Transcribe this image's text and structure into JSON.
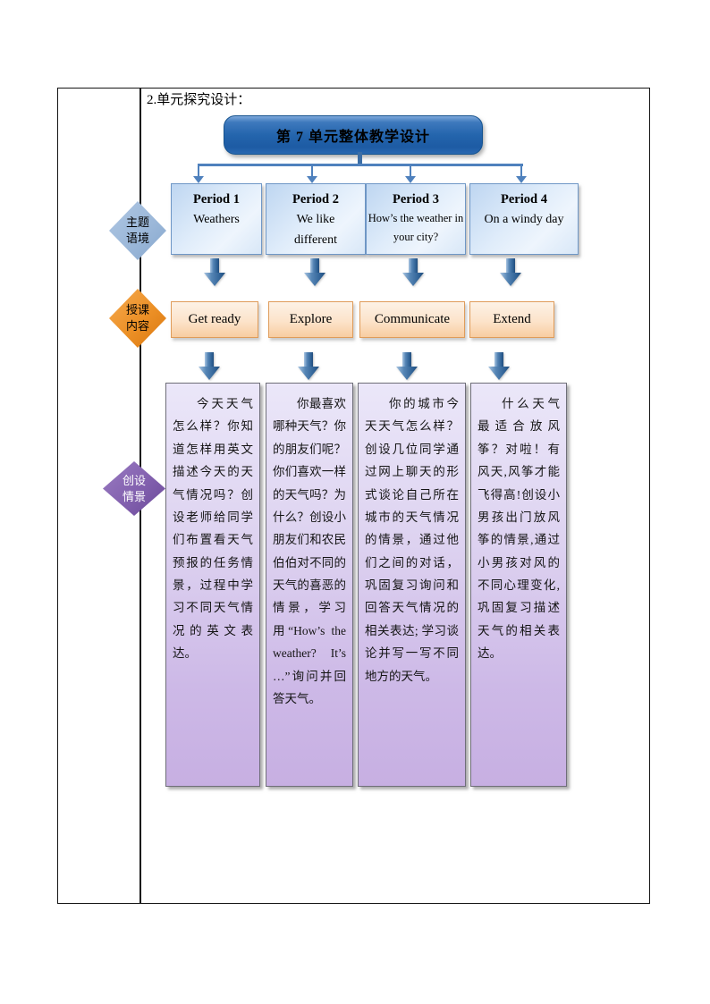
{
  "page": {
    "caption": "2.单元探究设计："
  },
  "diagram": {
    "title": "第 7 单元整体教学设计",
    "side_labels": {
      "theme": {
        "line1": "主题",
        "line2": "语境"
      },
      "teaching": {
        "line1": "授课",
        "line2": "内容"
      },
      "scenario": {
        "line1": "创设",
        "line2": "情景"
      }
    },
    "periods": [
      {
        "title": "Period 1",
        "subtitle": "Weathers"
      },
      {
        "title": "Period 2",
        "subtitle": "We like different"
      },
      {
        "title": "Period 3",
        "subtitle": "How’s the weather in your city?"
      },
      {
        "title": "Period 4",
        "subtitle": "On a windy day"
      }
    ],
    "contents": [
      {
        "label": "Get ready"
      },
      {
        "label": "Explore"
      },
      {
        "label": "Communicate"
      },
      {
        "label": "Extend"
      }
    ],
    "scenarios": [
      {
        "text": "今天天气怎么样？你知道怎样用英文描述今天的天气情况吗？创设老师给同学们布置看天气预报的任务情景，过程中学习不同天气情况的英文表达。"
      },
      {
        "text": "你最喜欢哪种天气？你的朋友们呢？你们喜欢一样的天气吗？为什么？创设小朋友们和农民伯伯对不同的天气的喜恶的情景，学习用“How’s the weather? It’s …”询问并回答天气。"
      },
      {
        "text": "你的城市今天天气怎么样？创设几位同学通过网上聊天的形式谈论自己所在城市的天气情况的情景，通过他们之间的对话，巩固复习询问和回答天气情况的相关表达; 学习谈论并写一写不同地方的天气。"
      },
      {
        "text": "什么天气最适合放风筝？对啦！有风天,风筝才能飞得高!创设小男孩出门放风筝的情景,通过小男孩对风的不同心理变化,巩固复习描述天气的相关表达。"
      }
    ],
    "colors": {
      "banner_blue": "#2265ad",
      "connector_blue": "#4f81bd",
      "period_box_border": "#6f97c6",
      "content_box_border": "#df9c5a",
      "scenario_fill_bottom": "#c7afe2",
      "diamond_blue": "#9cb8d9",
      "diamond_orange": "#ec9026",
      "diamond_purple": "#8260ae"
    }
  }
}
